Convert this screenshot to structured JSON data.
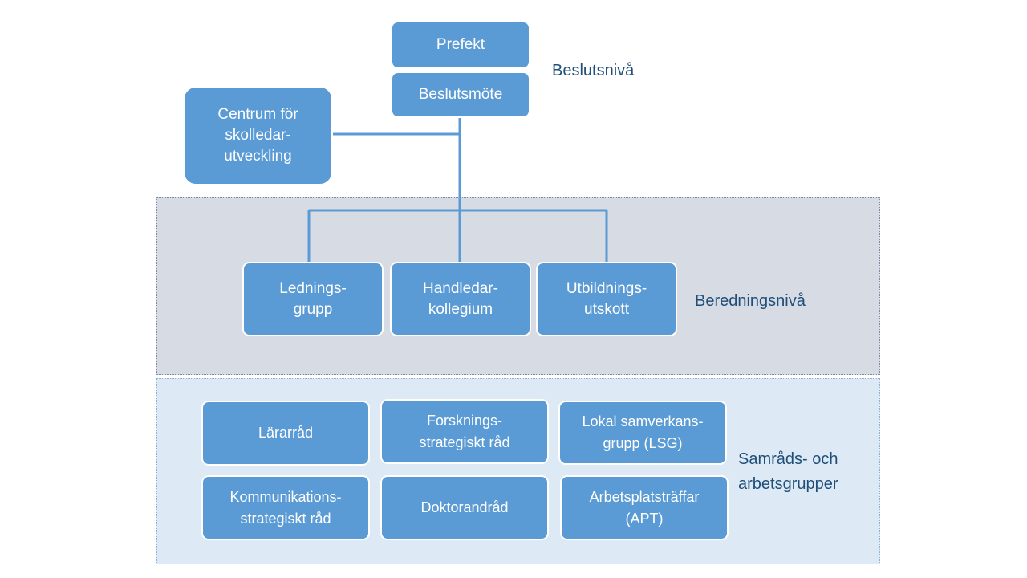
{
  "decision_level": {
    "prefekt": "Prefekt",
    "beslutsmote": "Beslutsmöte",
    "centrum": "Centrum för\nskolledar-\nutveckling",
    "label": "Beslutsnivå"
  },
  "preparation_level": {
    "label": "Beredningsnivå",
    "boxes": [
      "Lednings-\ngrupp",
      "Handledar-\nkollegium",
      "Utbildnings-\nutskott"
    ]
  },
  "consultation_level": {
    "label": "Samråds- och\narbetsgrupper",
    "boxes": [
      "Lärarråd",
      "Forsknings-\nstrategiskt råd",
      "Lokal samverkans-\ngrupp (LSG)",
      "Kommunikations-\nstrategiskt råd",
      "Doktorandråd",
      "Arbetsplatsträffar\n(APT)"
    ]
  },
  "colors": {
    "box_fill": "#5b9bd5",
    "connector": "#5b9bd5",
    "label_text": "#1f4e79",
    "preparation_band": "#d6dbe4",
    "consultation_band": "#ddeaf6"
  }
}
